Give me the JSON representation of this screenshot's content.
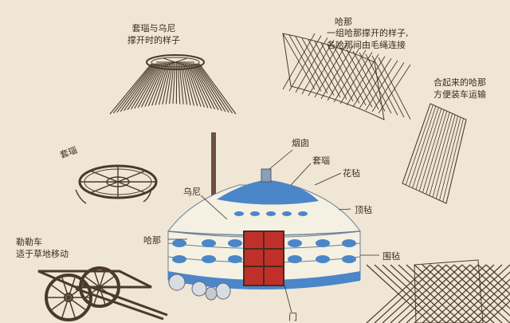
{
  "labels": {
    "taonao_wuni": [
      "套瑙与乌尼",
      "撑开时的样子"
    ],
    "hana_title": "哈那",
    "hana_desc": [
      "一组哈那撑开的样子,",
      "各哈那间由毛绳连接"
    ],
    "hana_folded": [
      "合起来的哈那",
      "方便装车运输"
    ],
    "taonao_small": "套瑙",
    "chimney": "烟囱",
    "taonao_top": "套瑙",
    "wuni": "乌尼",
    "huazhan": "花毡",
    "dingzhan": "顶毡",
    "hana_yurt": "哈那",
    "weizhan": "围毡",
    "cart": [
      "勒勒车",
      "适于草地移动"
    ],
    "door": "门"
  },
  "colors": {
    "background": "#efe6d6",
    "felt_white": "#f4f0e2",
    "felt_blue": "#4a86c8",
    "door_red": "#c0302a",
    "wood": "#4a3a2e",
    "ink": "#3a2c22"
  }
}
